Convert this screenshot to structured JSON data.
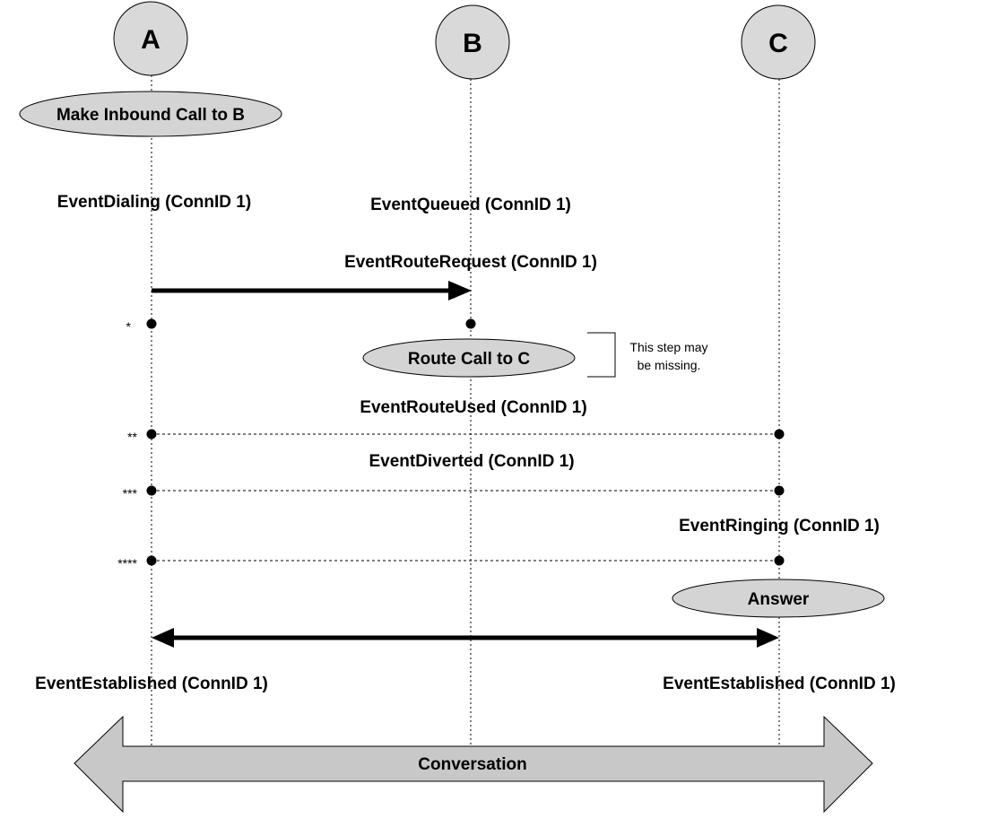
{
  "participants": [
    {
      "id": "a",
      "label": "A"
    },
    {
      "id": "b",
      "label": "B"
    },
    {
      "id": "c",
      "label": "C"
    }
  ],
  "actions": {
    "make_call": "Make Inbound Call to B",
    "route_call": "Route Call to C",
    "answer": "Answer"
  },
  "events": {
    "dialing": "EventDialing (ConnID 1)",
    "queued": "EventQueued (ConnID 1)",
    "route_request": "EventRouteRequest (ConnID 1)",
    "route_used": "EventRouteUsed (ConnID 1)",
    "diverted": "EventDiverted (ConnID 1)",
    "ringing": "EventRinging (ConnID 1)",
    "established_a": "EventEstablished (ConnID 1)",
    "established_c": "EventEstablished (ConnID 1)"
  },
  "note": {
    "line1": "This step may",
    "line2": "be missing."
  },
  "stars": {
    "s1": "*",
    "s2": "**",
    "s3": "***",
    "s4": "****"
  },
  "conversation": "Conversation",
  "colors": {
    "node_fill": "#d9d9d9",
    "ellipse_fill": "#d4d4d4",
    "arrow_fill": "#c8c8c8",
    "line": "#000000"
  }
}
